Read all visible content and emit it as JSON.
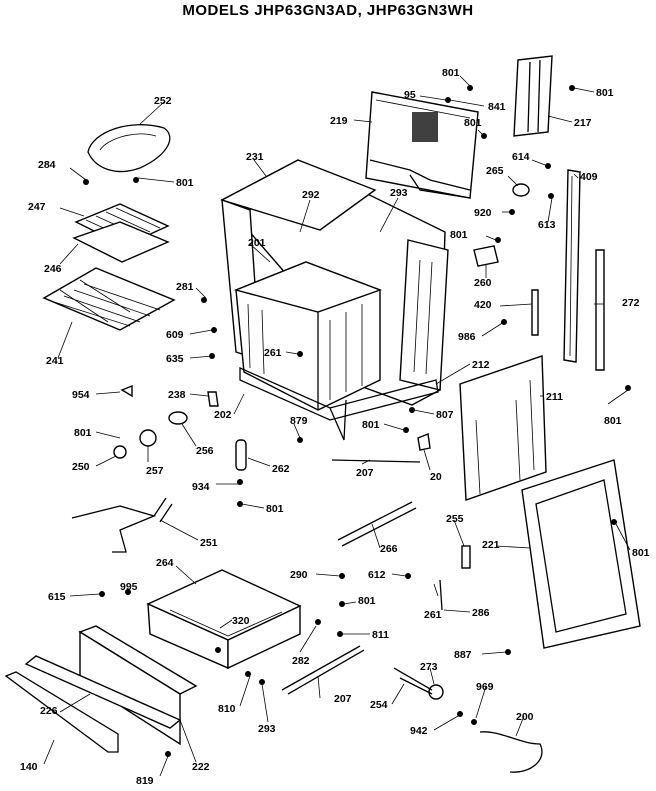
{
  "title": "MODELS JHP63GN3AD, JHP63GN3WH",
  "labels": {
    "l_801_a": "801",
    "l_95": "95",
    "l_841": "841",
    "l_801_b": "801",
    "l_219": "219",
    "l_801_c": "801",
    "l_217": "217",
    "l_614": "614",
    "l_265": "265",
    "l_409": "409",
    "l_252": "252",
    "l_284": "284",
    "l_801_d": "801",
    "l_231": "231",
    "l_292": "292",
    "l_293": "293",
    "l_920": "920",
    "l_613": "613",
    "l_247": "247",
    "l_801_e": "801",
    "l_201": "201",
    "l_246": "246",
    "l_260": "260",
    "l_281": "281",
    "l_272": "272",
    "l_420": "420",
    "l_241": "241",
    "l_609": "609",
    "l_635": "635",
    "l_261": "261",
    "l_986": "986",
    "l_212": "212",
    "l_954": "954",
    "l_238": "238",
    "l_211": "211",
    "l_801_f": "801",
    "l_202": "202",
    "l_879": "879",
    "l_807": "807",
    "l_801_g": "801",
    "l_801_h": "801",
    "l_256": "256",
    "l_250": "250",
    "l_257": "257",
    "l_207_a": "207",
    "l_20": "20",
    "l_262": "262",
    "l_934": "934",
    "l_801_i": "801",
    "l_251": "251",
    "l_255": "255",
    "l_221": "221",
    "l_801_j": "801",
    "l_266": "266",
    "l_264": "264",
    "l_290": "290",
    "l_612": "612",
    "l_615": "615",
    "l_995": "995",
    "l_801_k": "801",
    "l_261_b": "261",
    "l_286": "286",
    "l_320": "320",
    "l_811": "811",
    "l_282": "282",
    "l_887": "887",
    "l_226": "226",
    "l_810": "810",
    "l_273": "273",
    "l_969": "969",
    "l_200": "200",
    "l_293_b": "293",
    "l_207_b": "207",
    "l_254": "254",
    "l_942": "942",
    "l_140": "140",
    "l_222": "222",
    "l_819": "819"
  }
}
